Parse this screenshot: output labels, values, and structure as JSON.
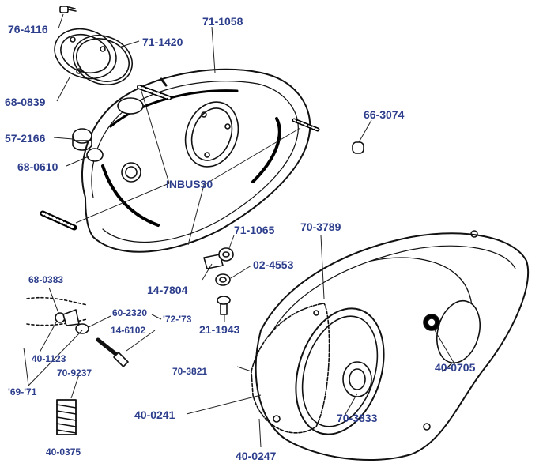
{
  "colors": {
    "label": "#2d3e8c",
    "ink": "#111111",
    "leader": "#222222",
    "background": "#ffffff"
  },
  "labels": {
    "p76_4116": "76-4116",
    "p71_1420": "71-1420",
    "p71_1058": "71-1058",
    "p68_0839": "68-0839",
    "p57_2166": "57-2166",
    "p68_0610": "68-0610",
    "inbus30": "INBUS30",
    "p66_3074": "66-3074",
    "p71_1065": "71-1065",
    "p70_3789": "70-3789",
    "p02_4553": "02-4553",
    "p14_7804": "14-7804",
    "p21_1943": "21-1943",
    "p68_0383": "68-0383",
    "p60_2320": "60-2320",
    "y72_73": "'72-'73",
    "p14_6102": "14-6102",
    "p40_1123": "40-1123",
    "p70_9237": "70-9237",
    "y69_71": "'69-'71",
    "p40_0705": "40-0705",
    "p70_3821": "70-3821",
    "p40_0241": "40-0241",
    "p70_3833": "70-3833",
    "p40_0247": "40-0247",
    "p40_0375": "40-0375"
  }
}
